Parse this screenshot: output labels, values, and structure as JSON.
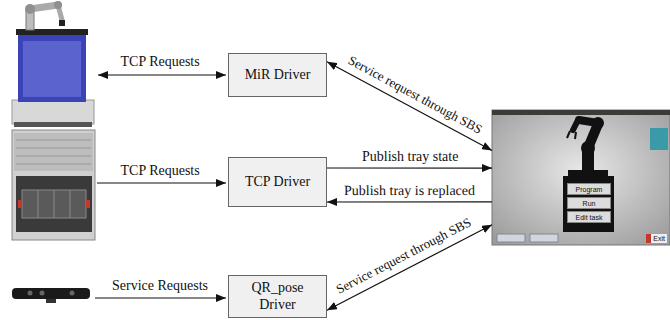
{
  "diagram": {
    "nodes": [
      {
        "text": [
          "MiR Driver"
        ]
      },
      {
        "text": [
          "Exit"
        ]
      },
      {
        "text": [
          "Program"
        ],
        "in": 1
      },
      {
        "text": [
          "Run"
        ],
        "in": 1
      },
      {
        "text": [
          "Edit task"
        ],
        "in": 1
      },
      {
        "text": [
          "TCP Driver"
        ]
      },
      {
        "text": [
          "QR_pose Driver"
        ]
      }
    ],
    "edges": [
      {
        "from": 0,
        "to": 1,
        "arrow": "both",
        "label": "Service request through SBS"
      },
      {
        "from": 5,
        "to": 1,
        "arrow": "to",
        "label": "Publish tray state"
      },
      {
        "from": 1,
        "to": 5,
        "arrow": "to",
        "label": "Publish tray is replaced"
      },
      {
        "from": 6,
        "to": 1,
        "arrow": "both",
        "label": "Service request through SBS"
      }
    ],
    "labels": [
      "TCP Requests",
      "TCP Requests",
      "Service Requests"
    ]
  }
}
